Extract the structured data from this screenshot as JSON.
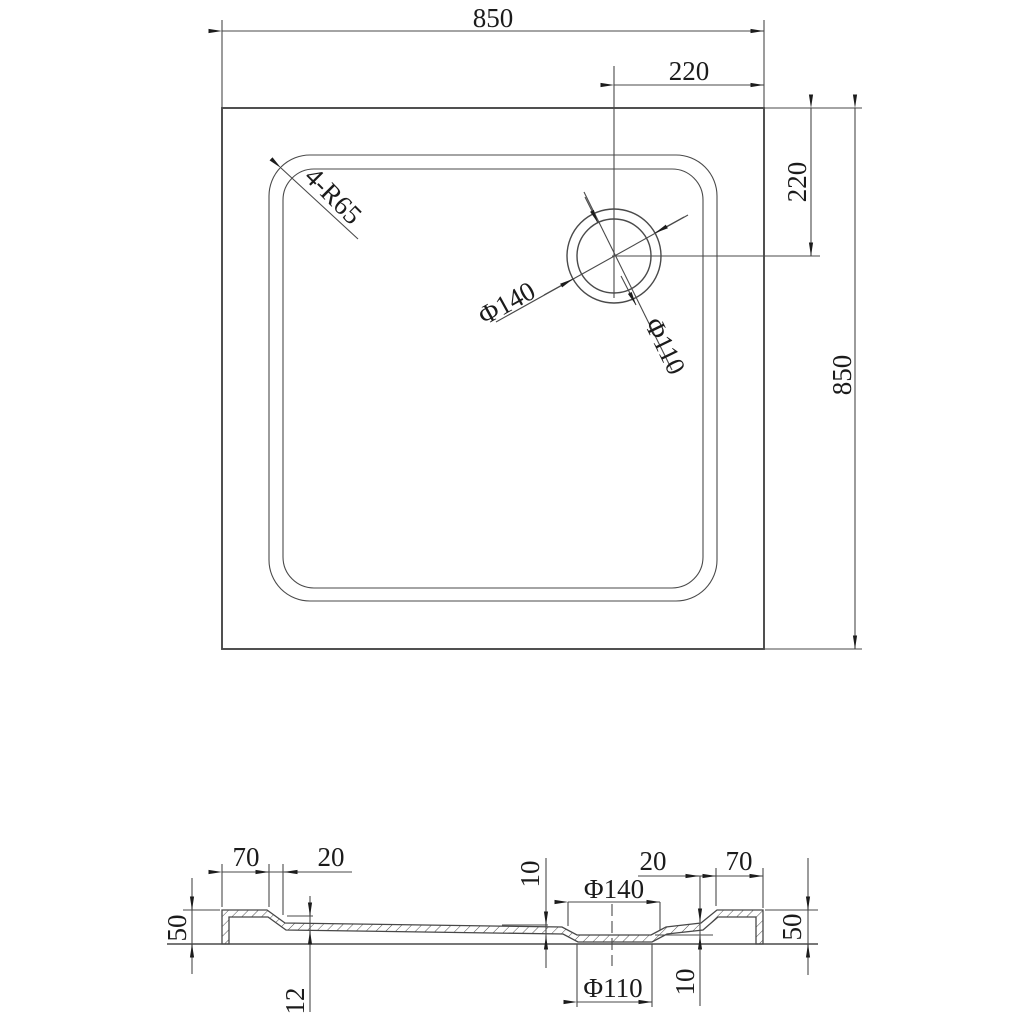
{
  "colors": {
    "line": "#4a4a4a",
    "arrow": "#1c1c1c",
    "text": "#1b1b1b",
    "background": "#ffffff"
  },
  "plan": {
    "width_label": "850",
    "height_label": "850",
    "drain_offset_h": "220",
    "drain_offset_v": "220",
    "corner_radius": "4-R65",
    "drain_outer_dia": "Φ140",
    "drain_inner_dia": "Φ110"
  },
  "section": {
    "left_rim_width": "70",
    "left_slope_width": "20",
    "left_height": "50",
    "floor_thickness": "12",
    "left_recess_depth": "10",
    "drain_outer_dia": "Φ140",
    "drain_inner_dia": "Φ110",
    "right_recess_depth": "10",
    "right_slope_width": "20",
    "right_rim_width": "70",
    "right_height": "50"
  }
}
